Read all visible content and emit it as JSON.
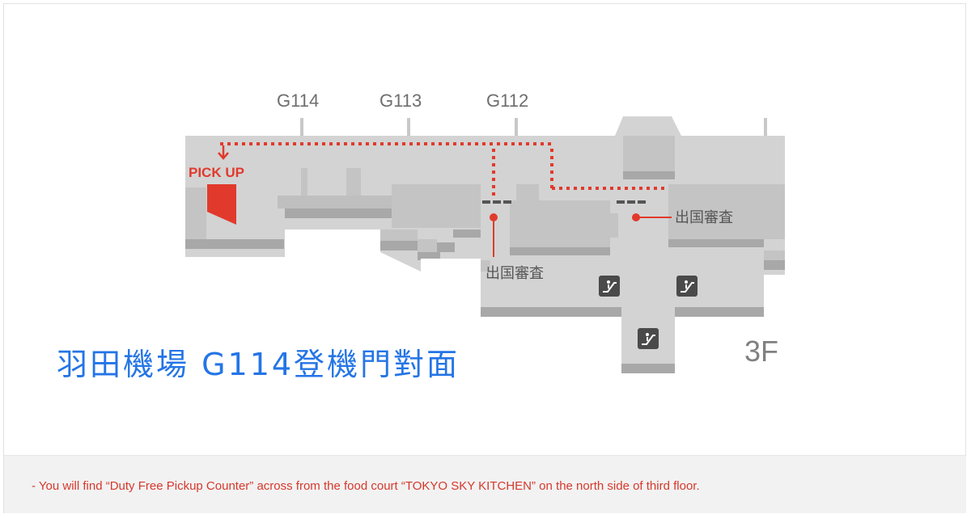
{
  "map": {
    "gates": [
      "G114",
      "G113",
      "G112"
    ],
    "pickup_label": "PICK UP",
    "immigration_label": "出国審査",
    "floor": "3F",
    "colors": {
      "route": "#e13a2c",
      "building": "#d0d0d0",
      "building_dark": "#a4a4a4",
      "label_gray": "#6e6e6e"
    },
    "icons": [
      "escalator-icon",
      "escalator-icon",
      "escalator-icon",
      "arrow-down-icon"
    ]
  },
  "caption": "羽田機場 G114登機門對面",
  "footer": {
    "note": "- You will find “Duty Free Pickup Counter” across from the food court “TOKYO SKY KITCHEN” on the north side of third floor."
  }
}
